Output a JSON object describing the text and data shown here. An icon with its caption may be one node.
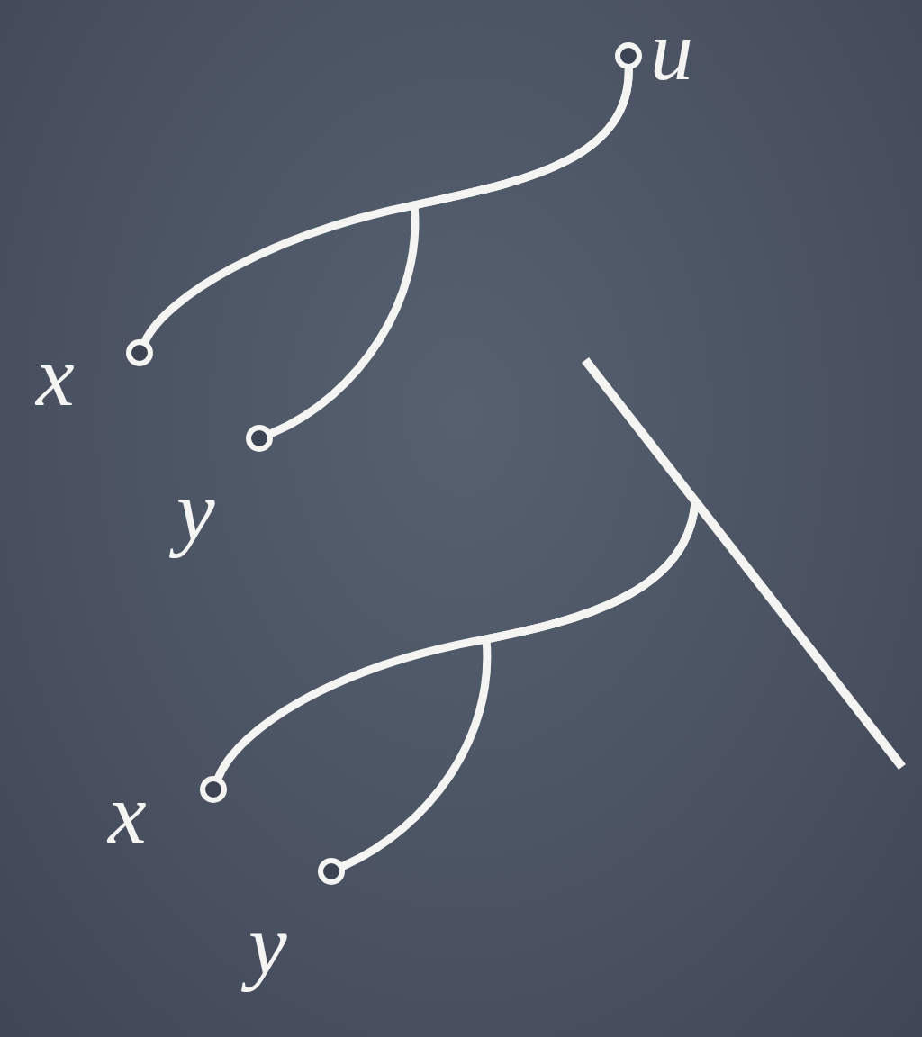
{
  "diagram": {
    "nodes": [
      {
        "text": [],
        "shape": "circle",
        "beside": [
          "u"
        ]
      },
      {
        "text": [],
        "shape": "circle",
        "beside": [
          "x"
        ]
      },
      {
        "text": [],
        "shape": "circle",
        "beside": [
          "y"
        ]
      },
      {
        "text": [],
        "shape": "bar"
      },
      {
        "text": [],
        "shape": "circle",
        "beside": [
          "x"
        ]
      },
      {
        "text": [],
        "shape": "circle",
        "beside": [
          "y"
        ]
      }
    ],
    "edges": [
      {
        "from": 1,
        "to": 0,
        "arrow": "none"
      },
      {
        "from": 2,
        "to": 0,
        "arrow": "none"
      },
      {
        "from": 4,
        "to": 3,
        "arrow": "none"
      },
      {
        "from": 5,
        "to": 3,
        "arrow": "none"
      }
    ]
  }
}
